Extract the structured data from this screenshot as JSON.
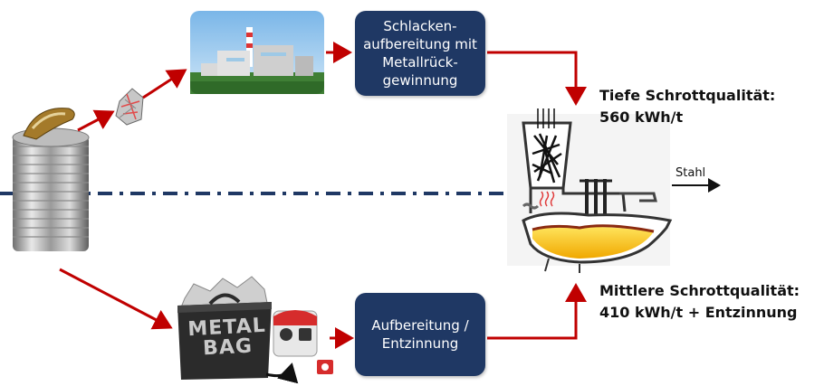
{
  "process": {
    "slag_box": "Schlacken-\naufbereitung mit\nMetallrück-\ngewinnung",
    "detin_box": "Aufbereitung /\nEntzinnung"
  },
  "quality": {
    "low_title": "Tiefe Schrottqualität:",
    "low_value": "560 kWh/t",
    "mid_title": "Mittlere Schrottqualität:",
    "mid_value": "410 kWh/t + Entzinnung"
  },
  "furnace": {
    "output_label": "Stahl"
  },
  "bag": {
    "label": "METAL\nBAG"
  },
  "colors": {
    "arrow": "#c00000",
    "box": "#1f3864",
    "divider": "#1f3864",
    "melt": "#f5c400"
  }
}
